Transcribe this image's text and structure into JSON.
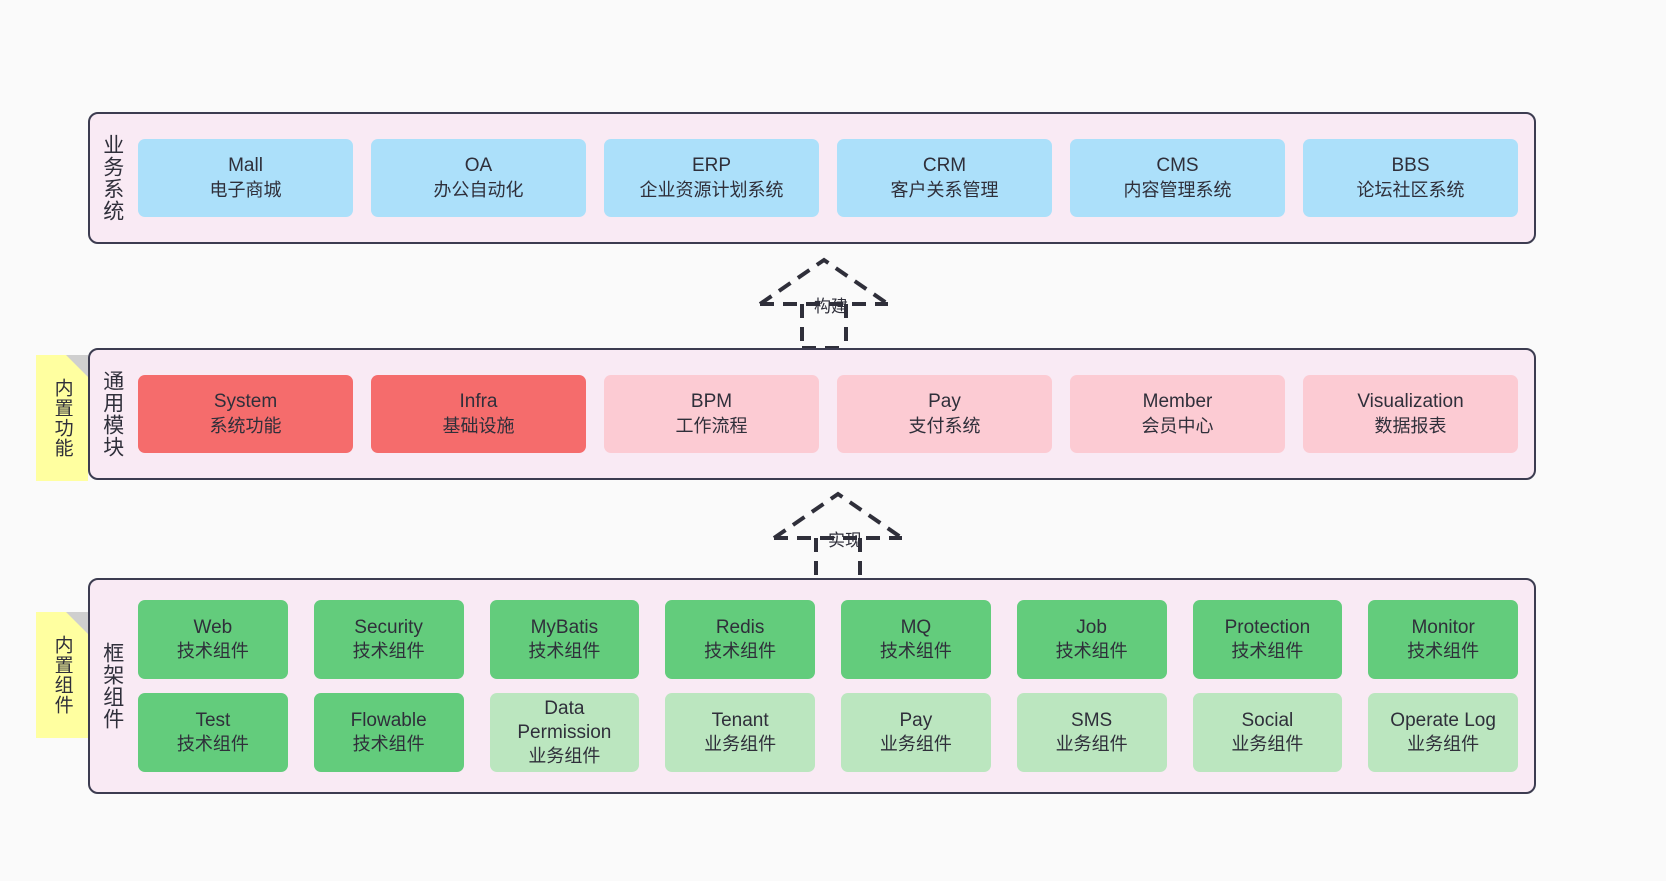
{
  "diagram": {
    "background_color": "#fafafa",
    "container_color": "#f9eaf4",
    "border_color": "#3c3c50"
  },
  "notes": [
    {
      "id": "functions",
      "label": "内置功能",
      "color": "#ffffa0"
    },
    {
      "id": "components",
      "label": "内置组件",
      "color": "#ffffa0"
    }
  ],
  "layers": [
    {
      "id": "business",
      "title": "业务系统",
      "node_color": "#ace0fa",
      "nodes": [
        {
          "name": "Mall",
          "desc": "电子商城"
        },
        {
          "name": "OA",
          "desc": "办公自动化"
        },
        {
          "name": "ERP",
          "desc": "企业资源计划系统"
        },
        {
          "name": "CRM",
          "desc": "客户关系管理"
        },
        {
          "name": "CMS",
          "desc": "内容管理系统"
        },
        {
          "name": "BBS",
          "desc": "论坛社区系统"
        }
      ]
    },
    {
      "id": "modules",
      "title": "通用模块",
      "nodes": [
        {
          "name": "System",
          "desc": "系统功能",
          "color": "#f56c6c"
        },
        {
          "name": "Infra",
          "desc": "基础设施",
          "color": "#f56c6c"
        },
        {
          "name": "BPM",
          "desc": "工作流程",
          "color": "#fccbd3"
        },
        {
          "name": "Pay",
          "desc": "支付系统",
          "color": "#fccbd3"
        },
        {
          "name": "Member",
          "desc": "会员中心",
          "color": "#fccbd3"
        },
        {
          "name": "Visualization",
          "desc": "数据报表",
          "color": "#fccbd3"
        }
      ]
    },
    {
      "id": "framework",
      "title": "框架组件",
      "rows": [
        [
          {
            "name": "Web",
            "desc": "技术组件",
            "color": "#63cc7c"
          },
          {
            "name": "Security",
            "desc": "技术组件",
            "color": "#63cc7c"
          },
          {
            "name": "MyBatis",
            "desc": "技术组件",
            "color": "#63cc7c"
          },
          {
            "name": "Redis",
            "desc": "技术组件",
            "color": "#63cc7c"
          },
          {
            "name": "MQ",
            "desc": "技术组件",
            "color": "#63cc7c"
          },
          {
            "name": "Job",
            "desc": "技术组件",
            "color": "#63cc7c"
          },
          {
            "name": "Protection",
            "desc": "技术组件",
            "color": "#63cc7c"
          },
          {
            "name": "Monitor",
            "desc": "技术组件",
            "color": "#63cc7c"
          }
        ],
        [
          {
            "name": "Test",
            "desc": "技术组件",
            "color": "#63cc7c"
          },
          {
            "name": "Flowable",
            "desc": "技术组件",
            "color": "#63cc7c"
          },
          {
            "name": "Data Permission",
            "desc": "业务组件",
            "color": "#bbe6bf"
          },
          {
            "name": "Tenant",
            "desc": "业务组件",
            "color": "#bbe6bf"
          },
          {
            "name": "Pay",
            "desc": "业务组件",
            "color": "#bbe6bf"
          },
          {
            "name": "SMS",
            "desc": "业务组件",
            "color": "#bbe6bf"
          },
          {
            "name": "Social",
            "desc": "业务组件",
            "color": "#bbe6bf"
          },
          {
            "name": "Operate Log",
            "desc": "业务组件",
            "color": "#bbe6bf"
          }
        ]
      ]
    }
  ],
  "connectors": [
    {
      "id": "build",
      "label": "构建",
      "style": "dashed-generalization-arrow-up"
    },
    {
      "id": "implement",
      "label": "实现",
      "style": "dashed-generalization-arrow-up"
    }
  ]
}
